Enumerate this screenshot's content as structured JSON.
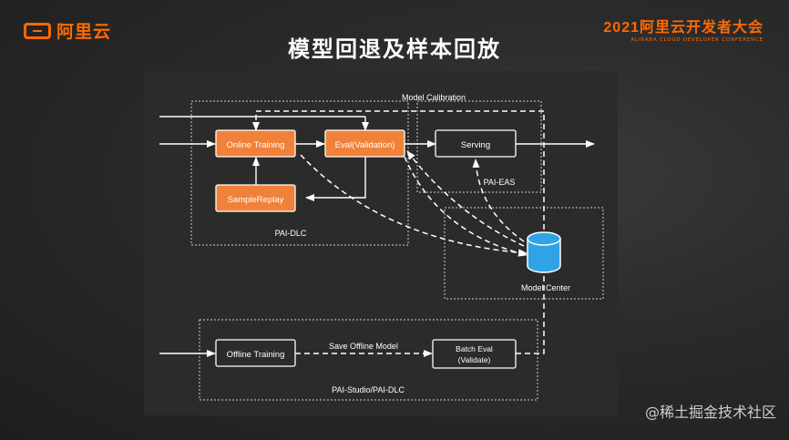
{
  "logo": {
    "text": "阿里云"
  },
  "event": {
    "title": "2021阿里云开发者大会",
    "subtitle": "ALIBABA CLOUD DEVELOPER CONFERENCE"
  },
  "page_title": "模型回退及样本回放",
  "diagram": {
    "groups": {
      "model_calibration": "Model Calibration",
      "pai_dlc": "PAI-DLC",
      "pai_eas": "PAI-EAS",
      "pai_studio": "PAI-Studio/PAI-DLC"
    },
    "nodes": {
      "online_training": "Online Training",
      "eval_validation": "Eval(Validation)",
      "sample_replay": "SampleReplay",
      "serving": "Serving",
      "offline_training": "Offline Training",
      "batch_eval_line1": "Batch Eval",
      "batch_eval_line2": "(Validate)",
      "model_center": "Model Center"
    },
    "edge_labels": {
      "save_offline_model": "Save Offline Model"
    }
  },
  "watermark": "@稀土掘金技术社区",
  "colors": {
    "accent": "#ff6a00",
    "node_orange": "#f0813a",
    "db_blue": "#2fa3e6"
  }
}
